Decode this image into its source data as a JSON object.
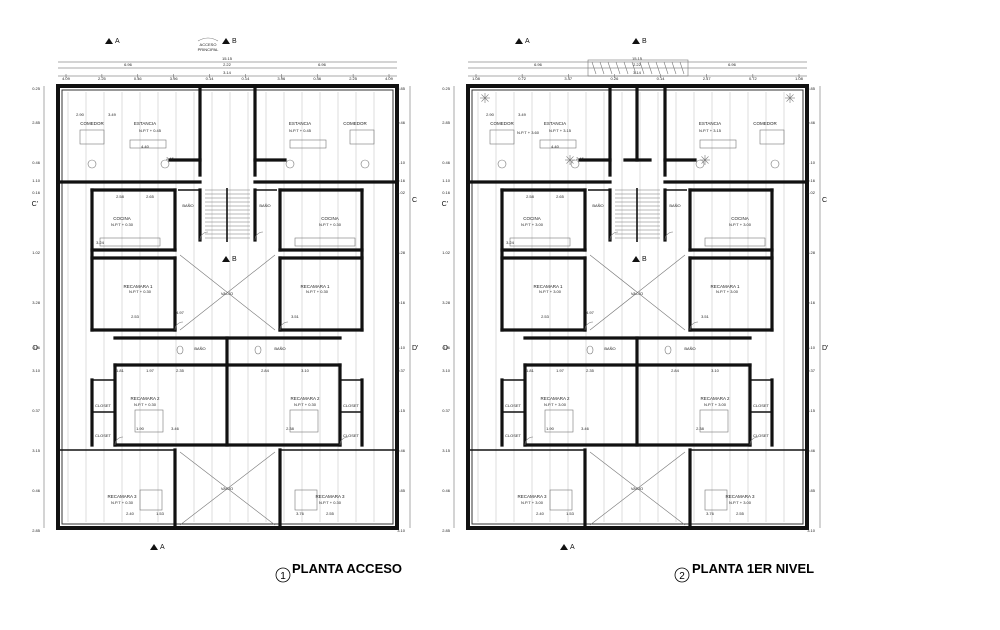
{
  "plans": [
    {
      "id": "acceso",
      "number": "1",
      "title": "PLANTA ACCESO",
      "entrance_label": [
        "ACCESO",
        "PRINCIPAL"
      ],
      "room_labels": {
        "comedor_l": "COMEDOR",
        "estancia_l": "ESTANCIA",
        "estancia_r": "ESTANCIA",
        "comedor_r": "COMEDOR",
        "cocina_l": "COCINA",
        "cocina_r": "COCINA",
        "bano_l": "BAÑO",
        "bano_r": "BAÑO",
        "bano_ll": "BAÑO",
        "bano_rr": "BAÑO",
        "vacio_top": "VACÍO",
        "vacio_bottom": "VACÍO",
        "recamara1_l": "RECAMARA 1",
        "recamara1_r": "RECAMARA 1",
        "recamara2_l": "RECAMARA 2",
        "recamara2_r": "RECAMARA 2",
        "recamara3_l": "RECAMARA 3",
        "recamara3_r": "RECAMARA 3",
        "closet1": "CLOSET",
        "closet2": "CLOSET",
        "closet3": "CLOSET",
        "closet4": "CLOSET"
      },
      "levels": {
        "npt_a": "N.P.T + 0.45",
        "npt_b": "N.P.T + 0.30",
        "npt_c": "N.P.T + 0.40"
      },
      "axes": {
        "a_top": "A",
        "b_top": "B",
        "a_bottom": "A",
        "b_mid": "B",
        "c_left": "C'",
        "c_right": "C",
        "d_left": "D",
        "d_right": "D'"
      },
      "dimensions": {
        "overall": "15.15",
        "left_half": "6.96",
        "right_half": "6.96",
        "center_a": "2.22",
        "center_b": "3.14",
        "top_seg": [
          "4.09",
          "2.25",
          "0.46",
          "3.96",
          "0.14",
          "0.14",
          "3.96",
          "0.46",
          "2.25",
          "4.09"
        ],
        "side_right": [
          "2.85",
          "0.46",
          "1.10",
          "0.16",
          "1.02",
          "3.28",
          "0.16",
          "3.10",
          "0.37",
          "3.15",
          "0.46",
          "2.85",
          "3.10",
          "0.41",
          "0.25"
        ],
        "side_left": [
          "0.25",
          "2.85",
          "0.46",
          "1.10",
          "0.16",
          "1.02",
          "3.28",
          "0.16",
          "3.10",
          "0.37",
          "3.15",
          "0.46",
          "2.85",
          "3.10",
          "0.41"
        ],
        "rooms": [
          "2.90",
          "3.49",
          "4.40",
          "2.46",
          "2.58",
          "2.65",
          "3.24",
          "2.53",
          "4.97",
          "3.51",
          "1.81",
          "1.97",
          "2.35",
          "3.10",
          "2.84",
          "1.90",
          "3.46",
          "2.38",
          "2.40",
          "1.53",
          "3.76",
          "2.55"
        ]
      }
    },
    {
      "id": "primer",
      "number": "2",
      "title": "PLANTA 1ER NIVEL",
      "room_labels": {
        "comedor_l": "COMEDOR",
        "estancia_l": "ESTANCIA",
        "estancia_r": "ESTANCIA",
        "comedor_r": "COMEDOR",
        "cocina_l": "COCINA",
        "cocina_r": "COCINA",
        "bano_l": "BAÑO",
        "bano_r": "BAÑO",
        "bano_ll": "BAÑO",
        "bano_rr": "BAÑO",
        "vacio_top": "VACÍO",
        "vacio_bottom": "VACÍO",
        "recamara1_l": "RECAMARA 1",
        "recamara1_r": "RECAMARA 1",
        "recamara2_l": "RECAMARA 2",
        "recamara2_r": "RECAMARA 2",
        "recamara3_l": "RECAMARA 3",
        "recamara3_r": "RECAMARA 3",
        "closet1": "CLOSET",
        "closet2": "CLOSET",
        "closet3": "CLOSET",
        "closet4": "CLOSET"
      },
      "levels": {
        "npt_a": "N.P.T + 3.15",
        "npt_b": "N.P.T + 3.00",
        "npt_c": "N.P.T + 3.60"
      },
      "axes": {
        "a_top": "A",
        "b_top": "B",
        "a_bottom": "A",
        "b_mid": "B",
        "c_left": "C'",
        "c_right": "C",
        "d_left": "D",
        "d_right": "D'"
      },
      "dimensions": {
        "overall": "15.15",
        "left_half": "6.96",
        "right_half": "6.96",
        "center_a": "2.22",
        "center_b": "3.14",
        "top_seg": [
          "1.08",
          "0.72",
          "3.47",
          "0.26",
          "0.14",
          "2.47",
          "0.72",
          "1.08"
        ],
        "side_right": [
          "2.85",
          "0.46",
          "1.10",
          "0.16",
          "1.02",
          "3.28",
          "0.16",
          "3.10",
          "0.37",
          "3.15",
          "0.46",
          "2.85",
          "3.10",
          "0.41",
          "0.25"
        ],
        "side_left": [
          "0.25",
          "2.85",
          "0.46",
          "1.10",
          "0.16",
          "1.02",
          "3.28",
          "0.16",
          "3.10",
          "0.37",
          "3.15",
          "0.46",
          "2.85",
          "3.10",
          "0.41"
        ],
        "rooms": [
          "2.90",
          "3.49",
          "4.40",
          "2.46",
          "2.58",
          "2.65",
          "3.24",
          "2.53",
          "4.97",
          "3.51",
          "1.81",
          "1.97",
          "2.35",
          "3.10",
          "2.84",
          "1.90",
          "3.46",
          "2.38",
          "2.40",
          "1.53",
          "3.76",
          "2.55"
        ]
      }
    }
  ]
}
